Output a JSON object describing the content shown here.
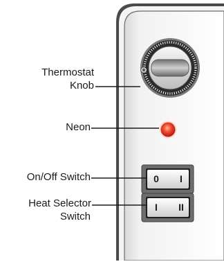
{
  "labels": {
    "thermostat_line1": "Thermostat",
    "thermostat_line2": "Knob",
    "neon": "Neon",
    "onoff_switch": "On/Off Switch",
    "heat_selector_line1": "Heat Selector",
    "heat_selector_line2": "Switch"
  },
  "onoff_switch": {
    "left_symbol": "0",
    "right_symbol": "I"
  },
  "heat_selector_switch": {
    "left_symbol": "I",
    "right_symbol": "II"
  },
  "icons": {
    "thermostat_knob": "dial-knob-icon",
    "snowflake": "snowflake-icon"
  },
  "colors": {
    "panel_outline": "#3a3a3a",
    "panel_fill": "#e6e6e6",
    "neon_glow": "#e53a2a",
    "knob_grey": "#9a9a9a"
  }
}
